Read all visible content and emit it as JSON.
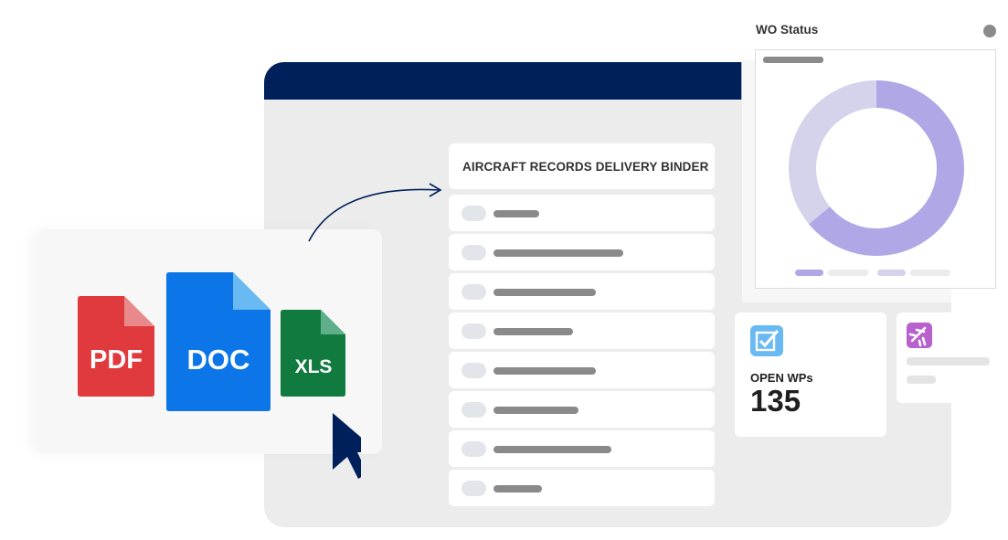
{
  "binder": {
    "title": "AIRCRAFT RECORDS DELIVERY BINDER",
    "row_fill_fractions": [
      0.35,
      0.99,
      0.78,
      0.61,
      0.78,
      0.65,
      0.9,
      0.37
    ]
  },
  "files": [
    {
      "label": "PDF",
      "color": "#e03a3e"
    },
    {
      "label": "DOC",
      "color": "#0c76e9"
    },
    {
      "label": "XLS",
      "color": "#117a3e"
    }
  ],
  "wo_status": {
    "title": "WO Status",
    "donut": [
      {
        "value": 64,
        "color": "#b0a8e6"
      },
      {
        "value": 36,
        "color": "#d5d2ec"
      }
    ]
  },
  "open_wps": {
    "label": "OPEN WPs",
    "value": "135"
  },
  "colors": {
    "header": "#00205b",
    "checkbox_icon": "#69b9f2",
    "plane_icon": "#b760ce",
    "arrow": "#00205b"
  }
}
